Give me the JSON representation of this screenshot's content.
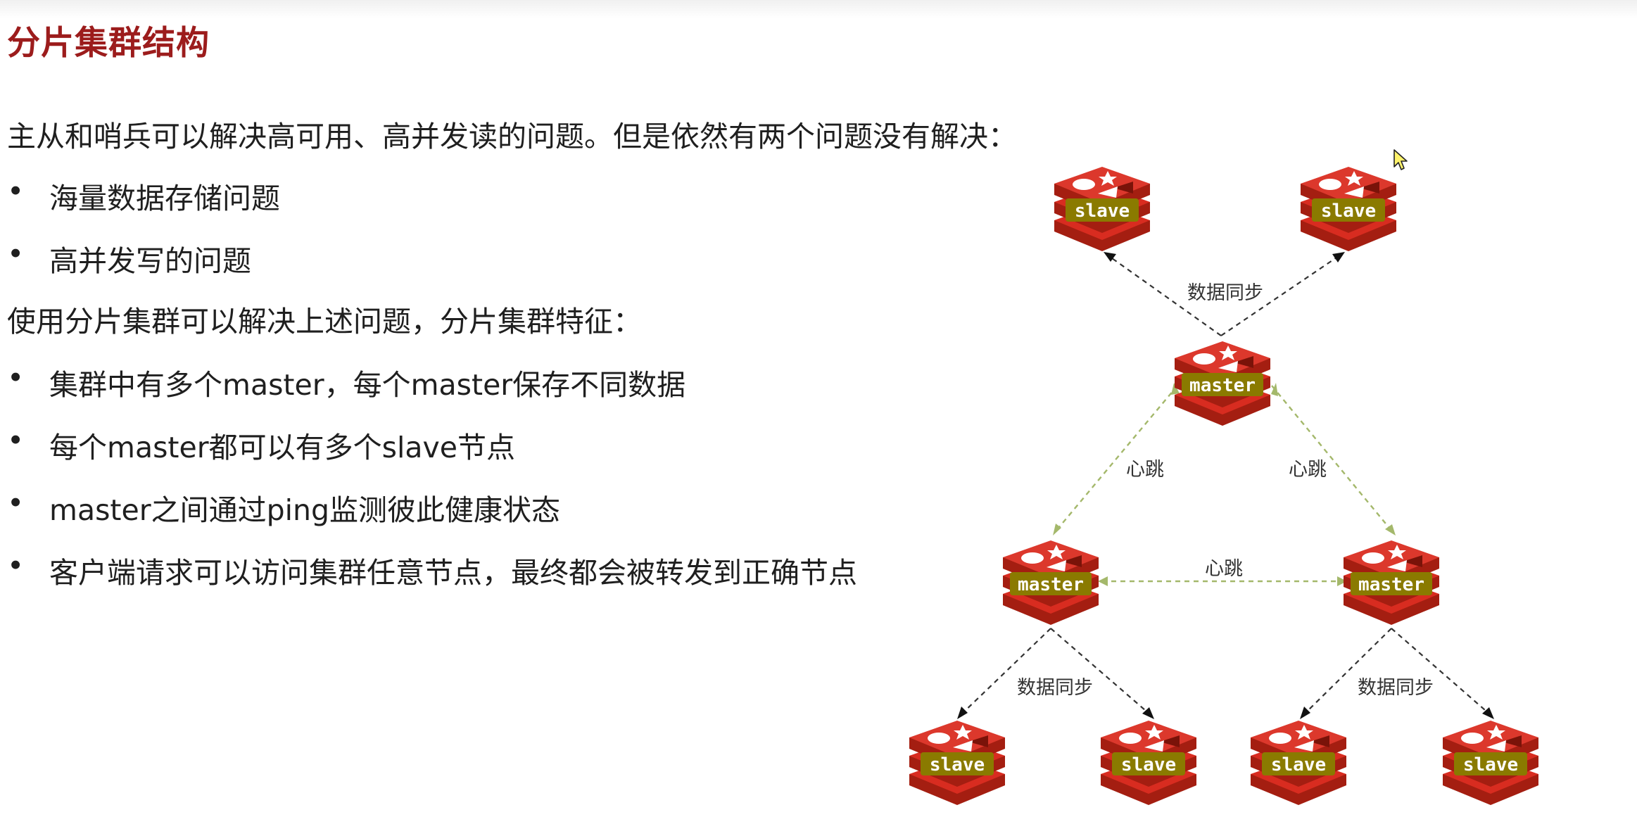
{
  "page": {
    "title": "分片集群结构",
    "intro": "主从和哨兵可以解决高可用、高并发读的问题。但是依然有两个问题没有解决：",
    "problems": [
      "海量数据存储问题",
      "高并发写的问题"
    ],
    "feature_intro": "使用分片集群可以解决上述问题，分片集群特征：",
    "features": [
      "集群中有多个master，每个master保存不同数据",
      "每个master都可以有多个slave节点",
      "master之间通过ping监测彼此健康状态",
      "客户端请求可以访问集群任意节点，最终都会被转发到正确节点"
    ],
    "bullet": "•"
  },
  "diagram": {
    "nodes": {
      "top_master": "master",
      "left_master": "master",
      "right_master": "master",
      "top_slave_1": "slave",
      "top_slave_2": "slave",
      "left_slave_1": "slave",
      "left_slave_2": "slave",
      "right_slave_1": "slave",
      "right_slave_2": "slave"
    },
    "labels": {
      "sync_top": "数据同步",
      "sync_left": "数据同步",
      "sync_right": "数据同步",
      "heartbeat_left": "心跳",
      "heartbeat_right": "心跳",
      "heartbeat_bottom": "心跳"
    },
    "colors": {
      "title": "#9c1c1c",
      "redis_red": "#d82c20",
      "redis_dark": "#a41e11",
      "label_bg": "#8a7a00",
      "heartbeat_line": "#a4b86b",
      "sync_line": "#333333"
    }
  }
}
